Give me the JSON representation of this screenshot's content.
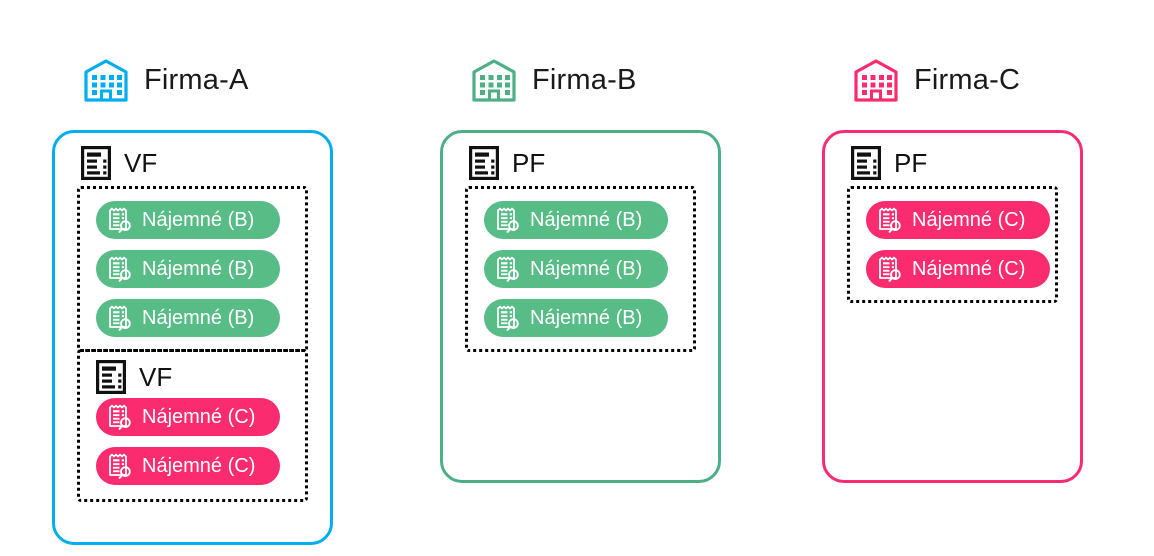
{
  "palette": {
    "blue": "#00AEEF",
    "green": "#4CAF86",
    "pink": "#FA2B6E",
    "pill_green": "#58BC87",
    "pill_pink": "#FA2B6E",
    "text": "#1a1a1a",
    "dotted": "#000000",
    "background": "#ffffff"
  },
  "icons": {
    "building": "building-icon",
    "document": "document-icon",
    "receipt": "receipt-search-icon"
  },
  "companies": [
    {
      "id": "firma-a",
      "name": "Firma-A",
      "accent": "#00AEEF",
      "groups": [
        {
          "doc_label": "VF",
          "doc_label_inside_box": false,
          "items": [
            {
              "label": "Nájemné (B)",
              "color": "green"
            },
            {
              "label": "Nájemné (B)",
              "color": "green"
            },
            {
              "label": "Nájemné (B)",
              "color": "green"
            }
          ]
        },
        {
          "doc_label": "VF",
          "doc_label_inside_box": true,
          "items": [
            {
              "label": "Nájemné (C)",
              "color": "pink"
            },
            {
              "label": "Nájemné (C)",
              "color": "pink"
            }
          ]
        }
      ]
    },
    {
      "id": "firma-b",
      "name": "Firma-B",
      "accent": "#4CAF86",
      "groups": [
        {
          "doc_label": "PF",
          "doc_label_inside_box": false,
          "items": [
            {
              "label": "Nájemné (B)",
              "color": "green"
            },
            {
              "label": "Nájemné (B)",
              "color": "green"
            },
            {
              "label": "Nájemné (B)",
              "color": "green"
            }
          ]
        }
      ]
    },
    {
      "id": "firma-c",
      "name": "Firma-C",
      "accent": "#FA2B6E",
      "groups": [
        {
          "doc_label": "PF",
          "doc_label_inside_box": false,
          "items": [
            {
              "label": "Nájemné (C)",
              "color": "pink"
            },
            {
              "label": "Nájemné (C)",
              "color": "pink"
            }
          ]
        }
      ]
    }
  ]
}
